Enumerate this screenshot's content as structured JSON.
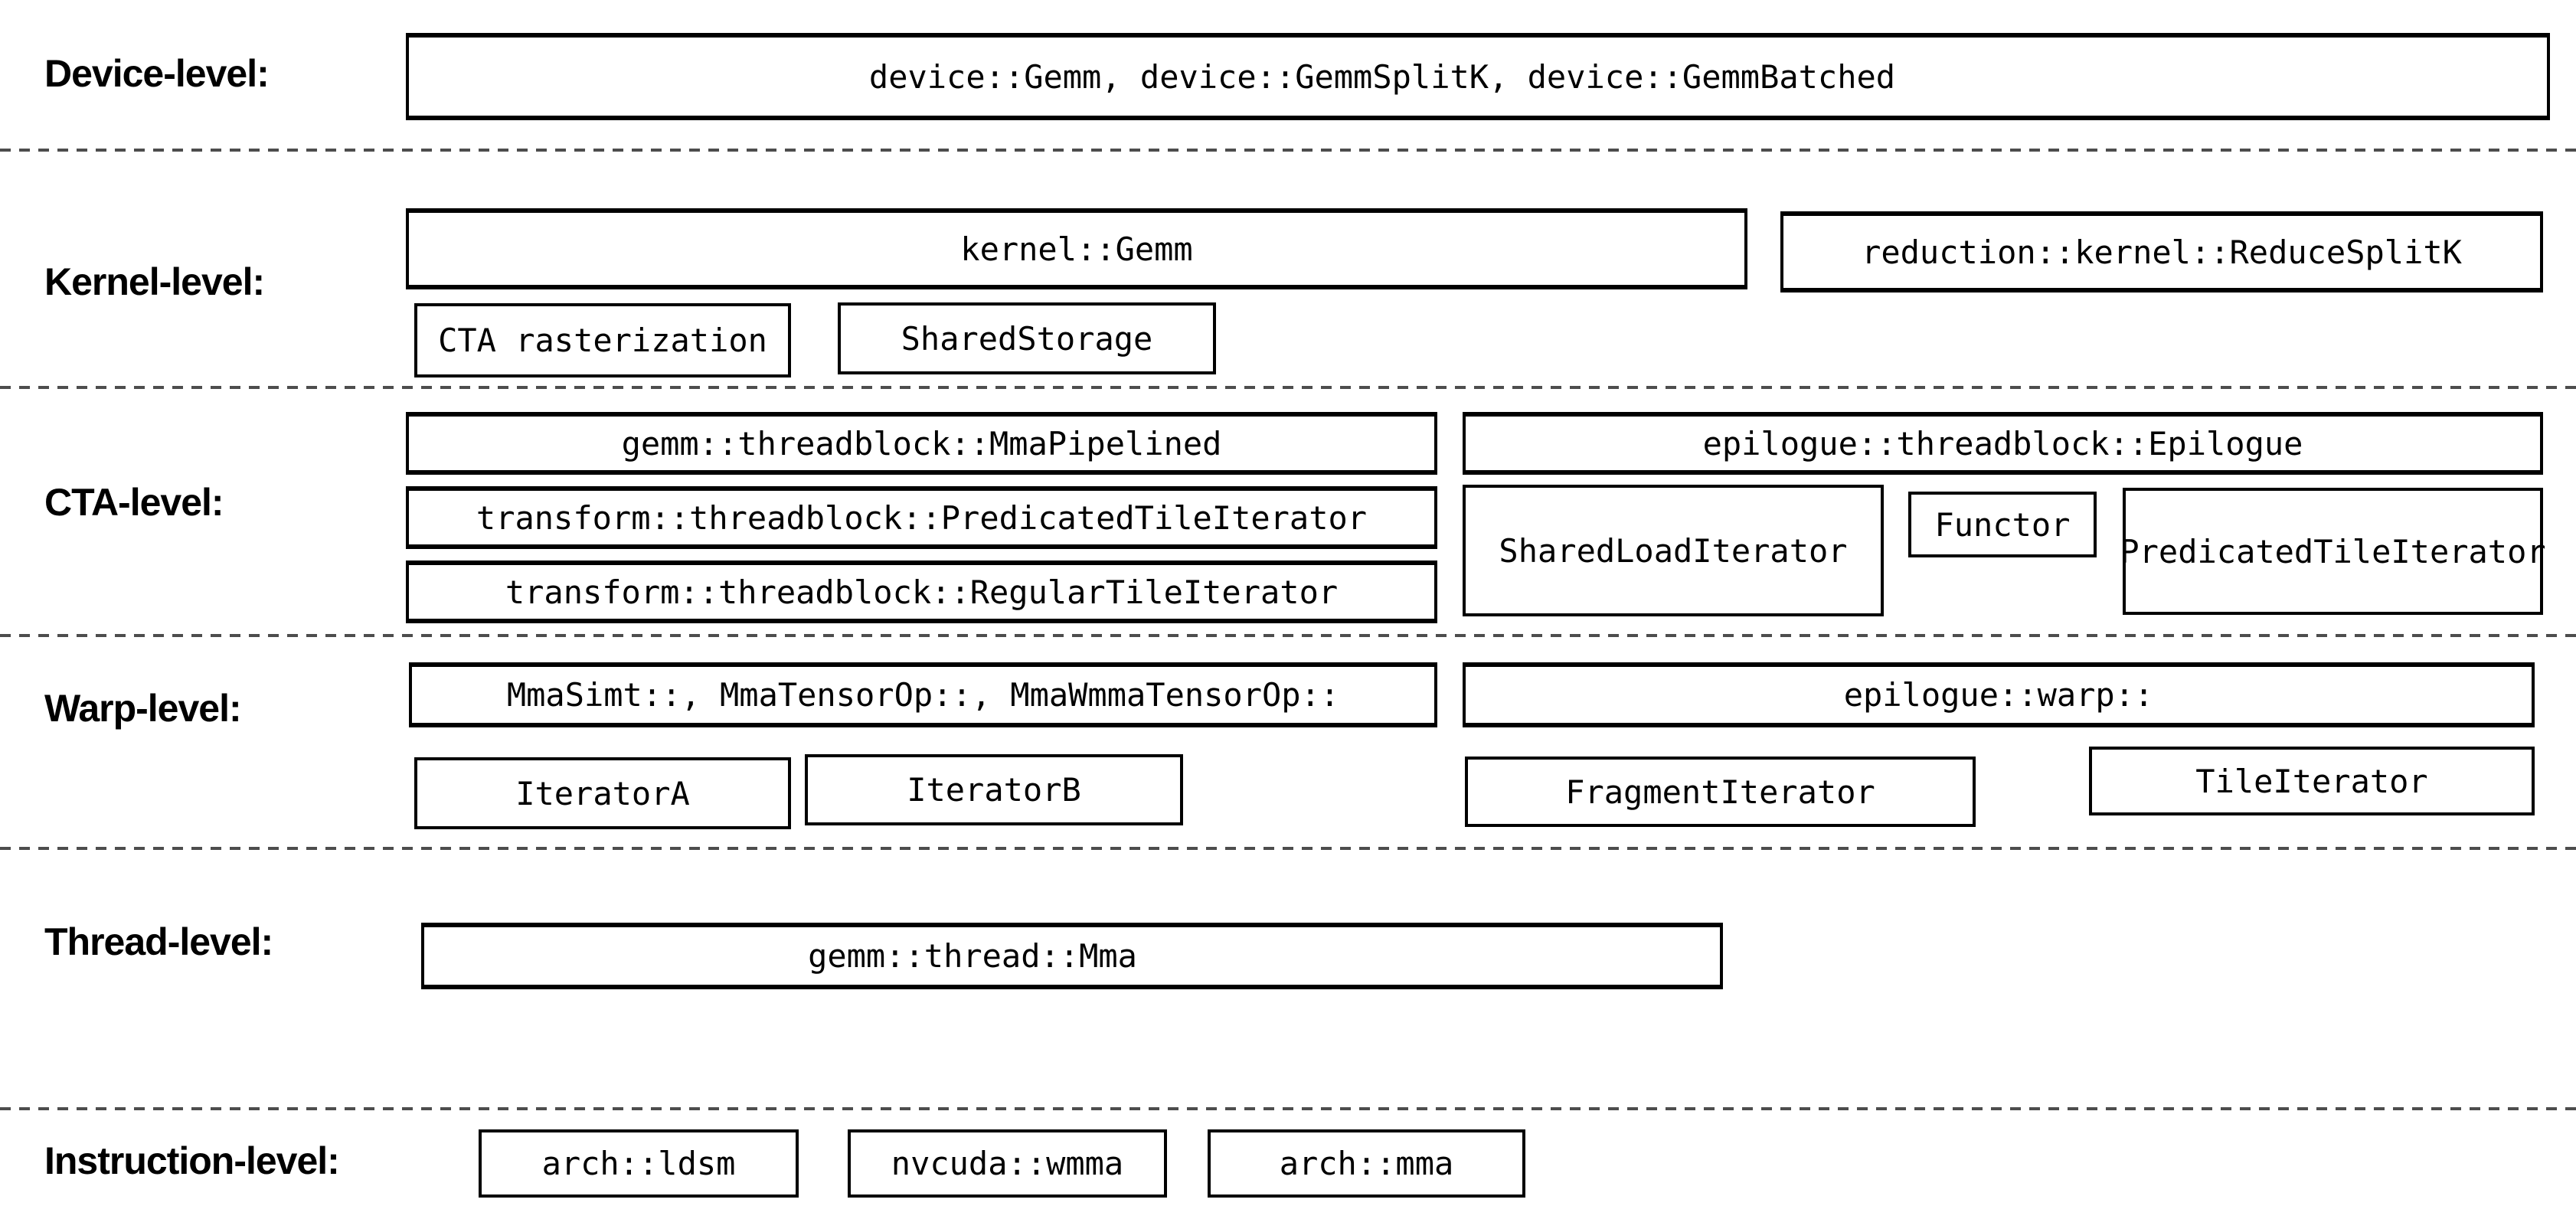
{
  "colors": {
    "background": "#ffffff",
    "box_border": "#000000",
    "text": "#000000",
    "separator": "#4d4d4d"
  },
  "levels": {
    "device": {
      "label": "Device-level:",
      "boxes": {
        "main": "device::Gemm, device::GemmSplitK, device::GemmBatched"
      }
    },
    "kernel": {
      "label": "Kernel-level:",
      "boxes": {
        "gemm": "kernel::Gemm",
        "reduce_splitk": "reduction::kernel::ReduceSplitK",
        "cta_rasterization": "CTA rasterization",
        "shared_storage": "SharedStorage"
      }
    },
    "cta": {
      "label": "CTA-level:",
      "boxes": {
        "mma_pipelined": "gemm::threadblock::MmaPipelined",
        "predicated_tile_iterator": "transform::threadblock::PredicatedTileIterator",
        "regular_tile_iterator": "transform::threadblock::RegularTileIterator",
        "epilogue": "epilogue::threadblock::Epilogue",
        "shared_load_iterator": "SharedLoadIterator",
        "functor": "Functor",
        "epilogue_predicated_tile_iterator": "PredicatedTileIterator"
      }
    },
    "warp": {
      "label": "Warp-level:",
      "boxes": {
        "mma": "MmaSimt::, MmaTensorOp::, MmaWmmaTensorOp::",
        "epilogue_warp": "epilogue::warp::",
        "iterator_a": "IteratorA",
        "iterator_b": "IteratorB",
        "fragment_iterator": "FragmentIterator",
        "tile_iterator": "TileIterator"
      }
    },
    "thread": {
      "label": "Thread-level:",
      "boxes": {
        "mma": "gemm::thread::Mma"
      }
    },
    "instruction": {
      "label": "Instruction-level:",
      "boxes": {
        "arch_ldsm": "arch::ldsm",
        "nvcuda_wmma": "nvcuda::wmma",
        "arch_mma": "arch::mma"
      }
    }
  }
}
